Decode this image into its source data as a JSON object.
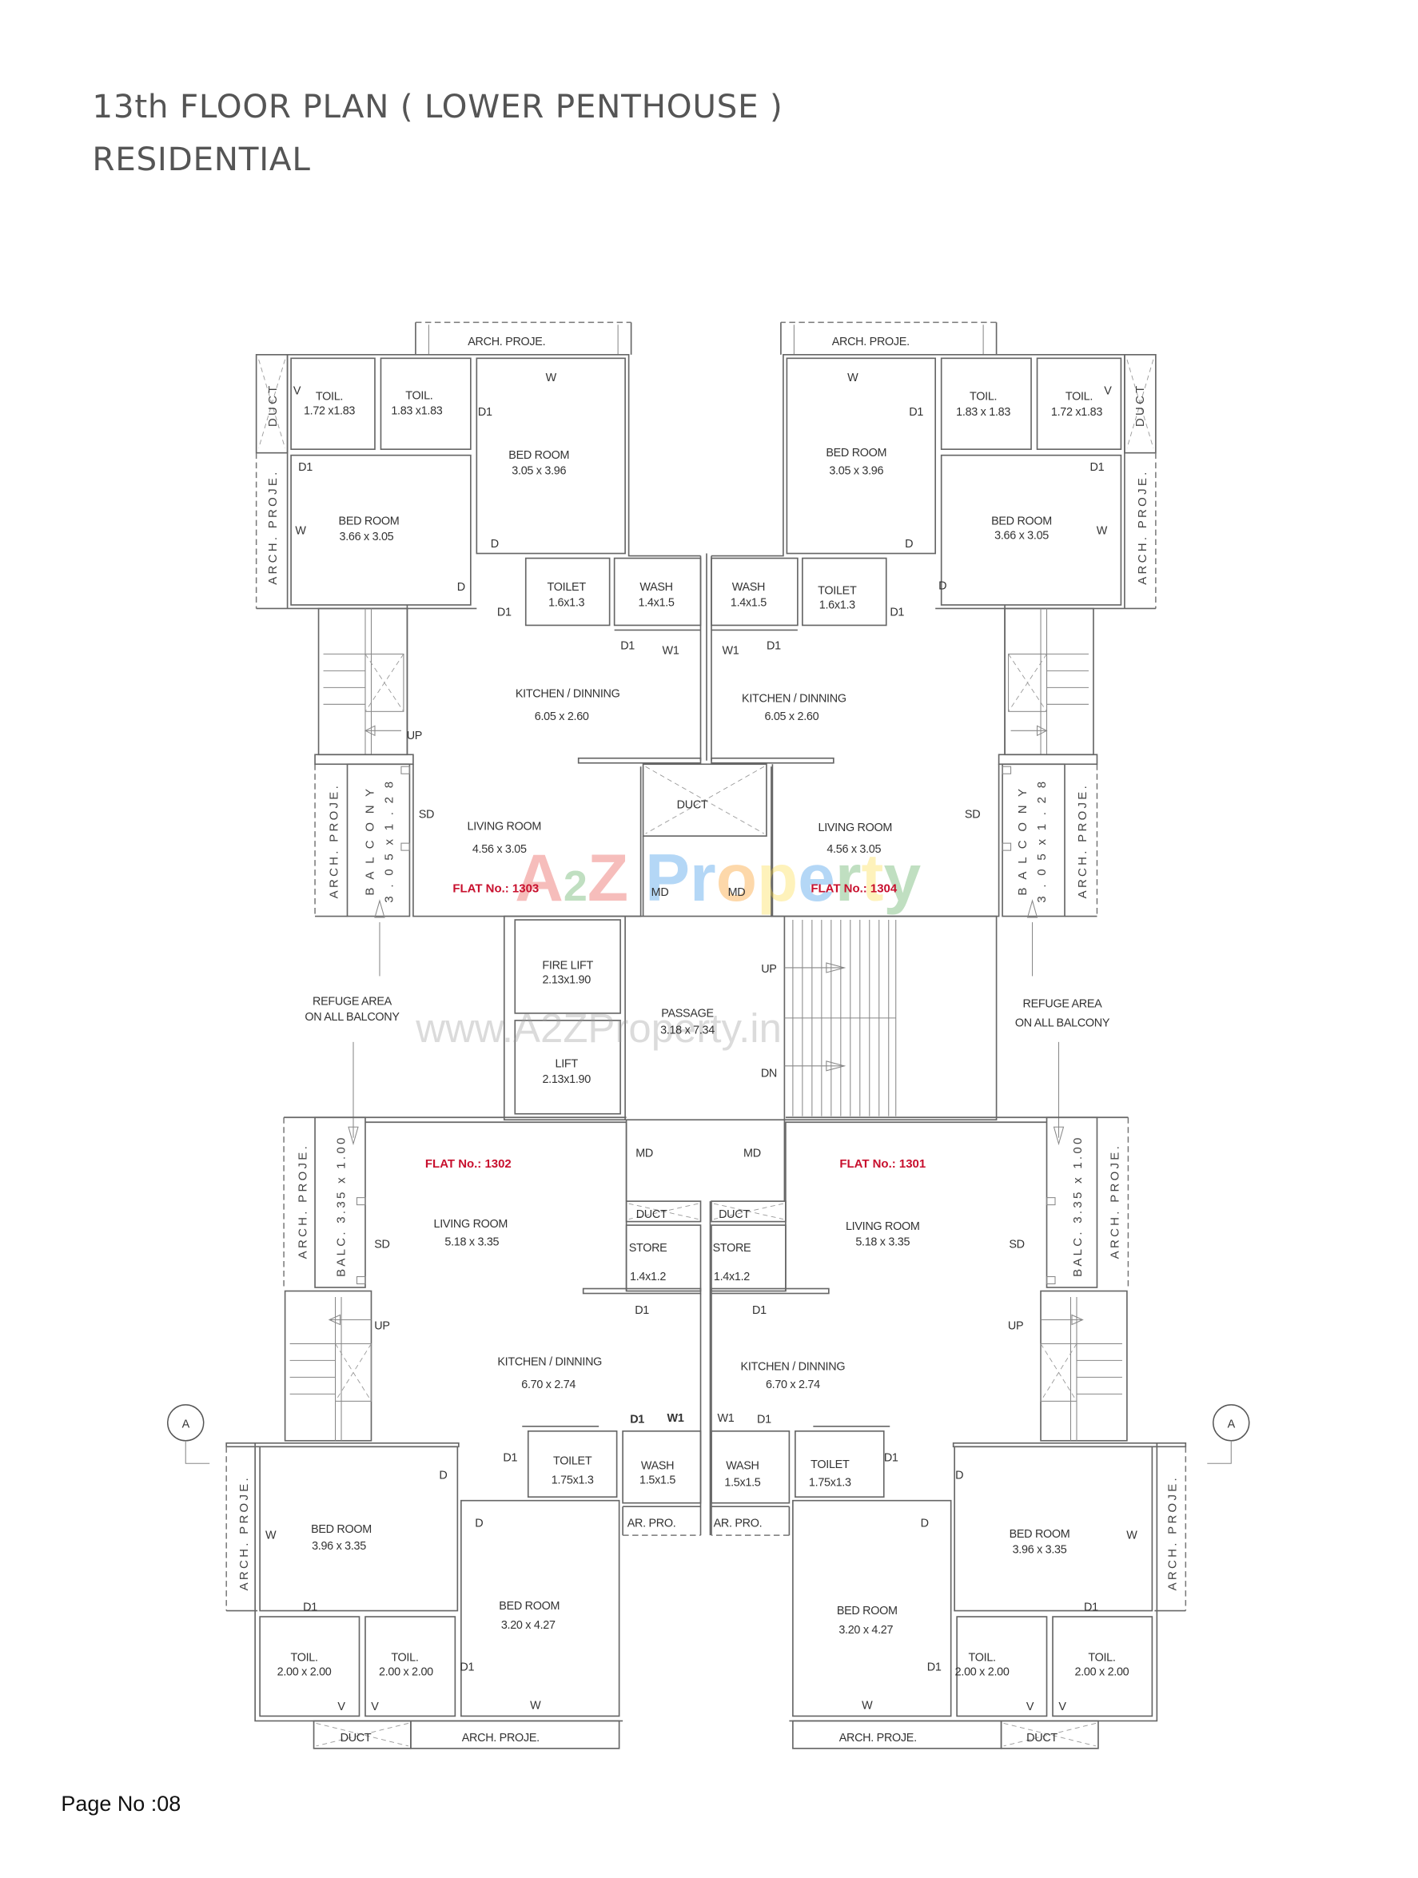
{
  "header": {
    "title": "13th FLOOR PLAN ( LOWER PENTHOUSE )",
    "subtitle": "RESIDENTIAL"
  },
  "footer": {
    "page": "Page No :08"
  },
  "watermark": {
    "logo": "A2Z Property",
    "url": "www.A2ZProperty.in"
  },
  "colors": {
    "flat_label": "#c8102e",
    "walls": "#666666",
    "title": "#555555"
  },
  "grid_markers": [
    "A",
    "A"
  ],
  "core": {
    "duct": "DUCT",
    "fire_lift": {
      "name": "FIRE LIFT",
      "size": "2.13x1.90"
    },
    "lift": {
      "name": "LIFT",
      "size": "2.13x1.90"
    },
    "passage": {
      "name": "PASSAGE",
      "size": "3.18 x 7.34"
    },
    "stair_up": "UP",
    "stair_dn": "DN",
    "md": [
      "MD",
      "MD",
      "MD",
      "MD"
    ],
    "refuge_left": [
      "REFUGE AREA",
      "ON ALL BALCONY"
    ],
    "refuge_right": [
      "REFUGE AREA",
      "ON ALL BALCONY"
    ]
  },
  "flat_1303": {
    "flat_no": "FLAT No.: 1303",
    "arch_top": "ARCH. PROJE.",
    "duct": "DUCT",
    "arch_side": "ARCH. PROJE.",
    "arch_balcony": "ARCH. PROJE.",
    "balcony": "B A L C O N Y",
    "balcony_size": "3 . 0 5 x 1 . 2 8",
    "rooms": [
      {
        "name": "TOIL.",
        "size": "1.72 x1.83"
      },
      {
        "name": "TOIL.",
        "size": "1.83 x1.83"
      },
      {
        "name": "BED ROOM",
        "size": "3.05 x 3.96"
      },
      {
        "name": "BED ROOM",
        "size": "3.66 x 3.05"
      },
      {
        "name": "TOILET",
        "size": "1.6x1.3"
      },
      {
        "name": "WASH",
        "size": "1.4x1.5"
      },
      {
        "name": "KITCHEN / DINNING",
        "size": "6.05 x 2.60"
      },
      {
        "name": "LIVING ROOM",
        "size": "4.56 x 3.05"
      }
    ],
    "marks": [
      "V",
      "W",
      "D1",
      "D",
      "D1",
      "W",
      "D",
      "D1",
      "D1",
      "W1",
      "UP",
      "SD"
    ]
  },
  "flat_1304": {
    "flat_no": "FLAT No.: 1304",
    "arch_top": "ARCH. PROJE.",
    "duct": "DUCT",
    "arch_side": "ARCH. PROJE.",
    "arch_balcony": "ARCH. PROJE.",
    "balcony": "B A L C O N Y",
    "balcony_size": "3 . 0 5 x 1 . 2 8",
    "rooms": [
      {
        "name": "TOIL.",
        "size": "1.72 x1.83"
      },
      {
        "name": "TOIL.",
        "size": "1.83 x 1.83"
      },
      {
        "name": "BED ROOM",
        "size": "3.05 x 3.96"
      },
      {
        "name": "BED ROOM",
        "size": "3.66 x 3.05"
      },
      {
        "name": "TOILET",
        "size": "1.6x1.3"
      },
      {
        "name": "WASH",
        "size": "1.4x1.5"
      },
      {
        "name": "KITCHEN / DINNING",
        "size": "6.05 x 2.60"
      },
      {
        "name": "LIVING ROOM",
        "size": "4.56 x 3.05"
      }
    ],
    "marks": [
      "V",
      "W",
      "D1",
      "D",
      "D1",
      "W",
      "D",
      "D1",
      "D1",
      "W1",
      "SD"
    ]
  },
  "flat_1302": {
    "flat_no": "FLAT No.: 1302",
    "arch_balcony": "ARCH. PROJE.",
    "balcony": "BALC.  3.35 x 1.00",
    "arch_side": "ARCH. PROJE.",
    "duct_top": "DUCT",
    "duct_bottom": "DUCT",
    "arch_bottom": "ARCH. PROJE.",
    "ar_pro": "AR. PRO.",
    "rooms": [
      {
        "name": "LIVING ROOM",
        "size": "5.18 x 3.35"
      },
      {
        "name": "STORE",
        "size": "1.4x1.2"
      },
      {
        "name": "KITCHEN / DINNING",
        "size": "6.70 x 2.74"
      },
      {
        "name": "TOILET",
        "size": "1.75x1.3"
      },
      {
        "name": "WASH",
        "size": "1.5x1.5"
      },
      {
        "name": "BED ROOM",
        "size": "3.96 x 3.35"
      },
      {
        "name": "BED ROOM",
        "size": "3.20 x 4.27"
      },
      {
        "name": "TOIL.",
        "size": "2.00 x 2.00"
      },
      {
        "name": "TOIL.",
        "size": "2.00 x 2.00"
      }
    ],
    "marks": [
      "SD",
      "D1",
      "UP",
      "D1",
      "W1",
      "D1",
      "D",
      "W",
      "D",
      "D1",
      "D1",
      "V",
      "V",
      "W"
    ]
  },
  "flat_1301": {
    "flat_no": "FLAT No.: 1301",
    "arch_balcony": "ARCH. PROJE.",
    "balcony": "BALC.  3.35 x 1.00",
    "arch_side": "ARCH. PROJE.",
    "duct_top": "DUCT",
    "duct_bottom": "DUCT",
    "arch_bottom": "ARCH. PROJE.",
    "ar_pro": "AR. PRO.",
    "rooms": [
      {
        "name": "LIVING ROOM",
        "size": "5.18 x 3.35"
      },
      {
        "name": "STORE",
        "size": "1.4x1.2"
      },
      {
        "name": "KITCHEN / DINNING",
        "size": "6.70 x 2.74"
      },
      {
        "name": "TOILET",
        "size": "1.75x1.3"
      },
      {
        "name": "WASH",
        "size": "1.5x1.5"
      },
      {
        "name": "BED ROOM",
        "size": "3.96 x 3.35"
      },
      {
        "name": "BED ROOM",
        "size": "3.20 x 4.27"
      },
      {
        "name": "TOIL.",
        "size": "2.00 x 2.00"
      },
      {
        "name": "TOIL.",
        "size": "2.00 x 2.00"
      }
    ],
    "marks": [
      "SD",
      "D1",
      "UP",
      "W1",
      "D1",
      "D1",
      "D",
      "W",
      "D",
      "D1",
      "D1",
      "V",
      "V",
      "W"
    ]
  }
}
